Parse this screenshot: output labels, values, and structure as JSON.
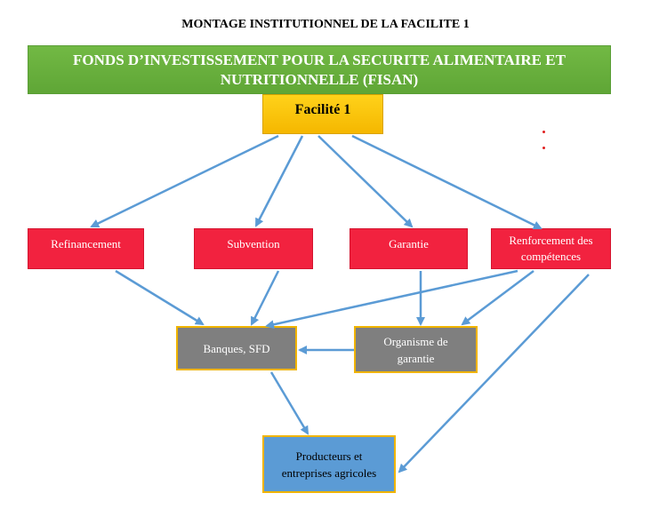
{
  "title": "MONTAGE INSTITUTIONNEL DE LA FACILITE 1",
  "banner": "FONDS D’INVESTISSEMENT POUR LA SECURITE ALIMENTAIRE ET NUTRITIONNELLE (FISAN)",
  "root": "Facilité 1",
  "instruments": {
    "refinancement": "Refinancement",
    "subvention": "Subvention",
    "garantie": "Garantie",
    "renforcement": "Renforcement des compétences"
  },
  "intermediaries": {
    "banques": "Banques, SFD",
    "organisme": "Organisme de garantie"
  },
  "beneficiaries": "Producteurs et entreprises agricoles",
  "colors": {
    "banner": "#6ab23e",
    "root": "#fcc30d",
    "instrument": "#f2223f",
    "intermediary": "#7f7f7f",
    "beneficiary": "#5b9bd5",
    "arrow": "#5b9bd5"
  }
}
